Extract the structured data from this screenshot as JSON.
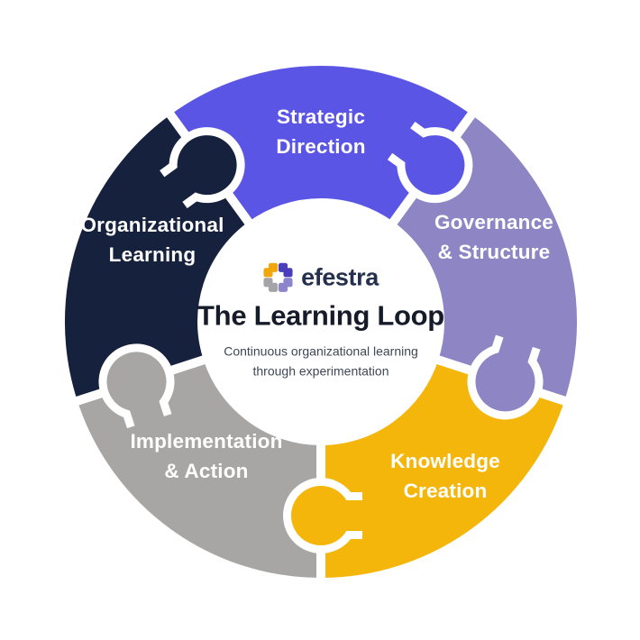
{
  "diagram": {
    "label_color": "#FFFFFF",
    "gap_color": "#FFFFFF"
  },
  "center": {
    "brand": "efestra",
    "brand_color": "#25304E",
    "title": "The Learning Loop",
    "title_color": "#161B29",
    "subtitle_line1": "Continuous organizational learning",
    "subtitle_line2": "through experimentation",
    "subtitle_color": "#3E4755"
  },
  "logo": {
    "gold": "#F1A70B",
    "indigo": "#4A3EBC",
    "gray": "#A4A4A6",
    "lavender": "#8D85CB"
  },
  "segments": [
    {
      "id": "strategic-direction",
      "label_line1": "Strategic",
      "label_line2": "Direction",
      "color": "#5B55E6"
    },
    {
      "id": "governance-structure",
      "label_line1": "Governance",
      "label_line2": "& Structure",
      "color": "#8D85C4"
    },
    {
      "id": "knowledge-creation",
      "label_line1": "Knowledge",
      "label_line2": "Creation",
      "color": "#F5B60B"
    },
    {
      "id": "implementation-action",
      "label_line1": "Implementation",
      "label_line2": "& Action",
      "color": "#A7A6A5"
    },
    {
      "id": "organizational-learning",
      "label_line1": "Organizational",
      "label_line2": "Learning",
      "color": "#16213D"
    }
  ]
}
